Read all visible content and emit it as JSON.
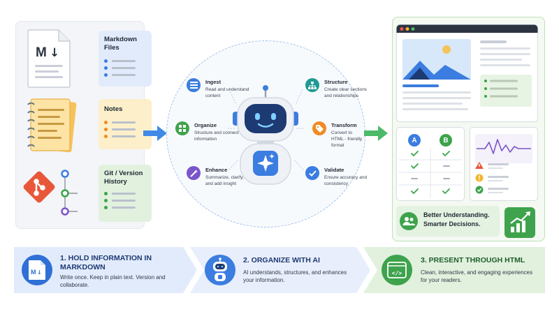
{
  "sources": {
    "markdown": {
      "title": "Markdown Files",
      "icon": "M↓"
    },
    "notes": {
      "title": "Notes"
    },
    "git": {
      "title": "Git / Version History"
    }
  },
  "steps": [
    {
      "title": "Ingest",
      "desc": "Read and understand content",
      "icon": "list-icon",
      "color": "#3b7de0"
    },
    {
      "title": "Organize",
      "desc": "Structure and connect information",
      "icon": "grid-icon",
      "color": "#3ea34c"
    },
    {
      "title": "Enhance",
      "desc": "Summarize, clarify, and add insight",
      "icon": "wand-icon",
      "color": "#7b55c9"
    },
    {
      "title": "Structure",
      "desc": "Create clear sections and relationships",
      "icon": "hierarchy-icon",
      "color": "#1f9a93"
    },
    {
      "title": "Transform",
      "desc": "Convert to HTML - friendly format",
      "icon": "tag-icon",
      "color": "#f08a24"
    },
    {
      "title": "Validate",
      "desc": "Ensure accuracy and consistency",
      "icon": "check-icon",
      "color": "#3b7de0"
    }
  ],
  "comparison": {
    "col_a": "A",
    "col_b": "B"
  },
  "summary": {
    "text": "Better Understanding. Smarter Decisions."
  },
  "banner": [
    {
      "title": "1. HOLD INFORMATION IN MARKDOWN",
      "desc": "Write once. Keep in plain text. Version and collaborate.",
      "icon": "M↓"
    },
    {
      "title": "2. ORGANIZE WITH AI",
      "desc": "AI understands, structures, and enhances your information.",
      "icon": "robot-icon"
    },
    {
      "title": "3. PRESENT THROUGH HTML",
      "desc": "Clean, interactive, and engaging experiences for your readers.",
      "icon": "</>"
    }
  ],
  "colors": {
    "blue": "#3b7de0",
    "green": "#3ea34c",
    "purple": "#7b55c9",
    "orange": "#f08a24",
    "navy": "#1d3a72",
    "git_red": "#e8573a",
    "arrow_blue": "#3f8ae6",
    "arrow_green": "#4cba6a"
  }
}
